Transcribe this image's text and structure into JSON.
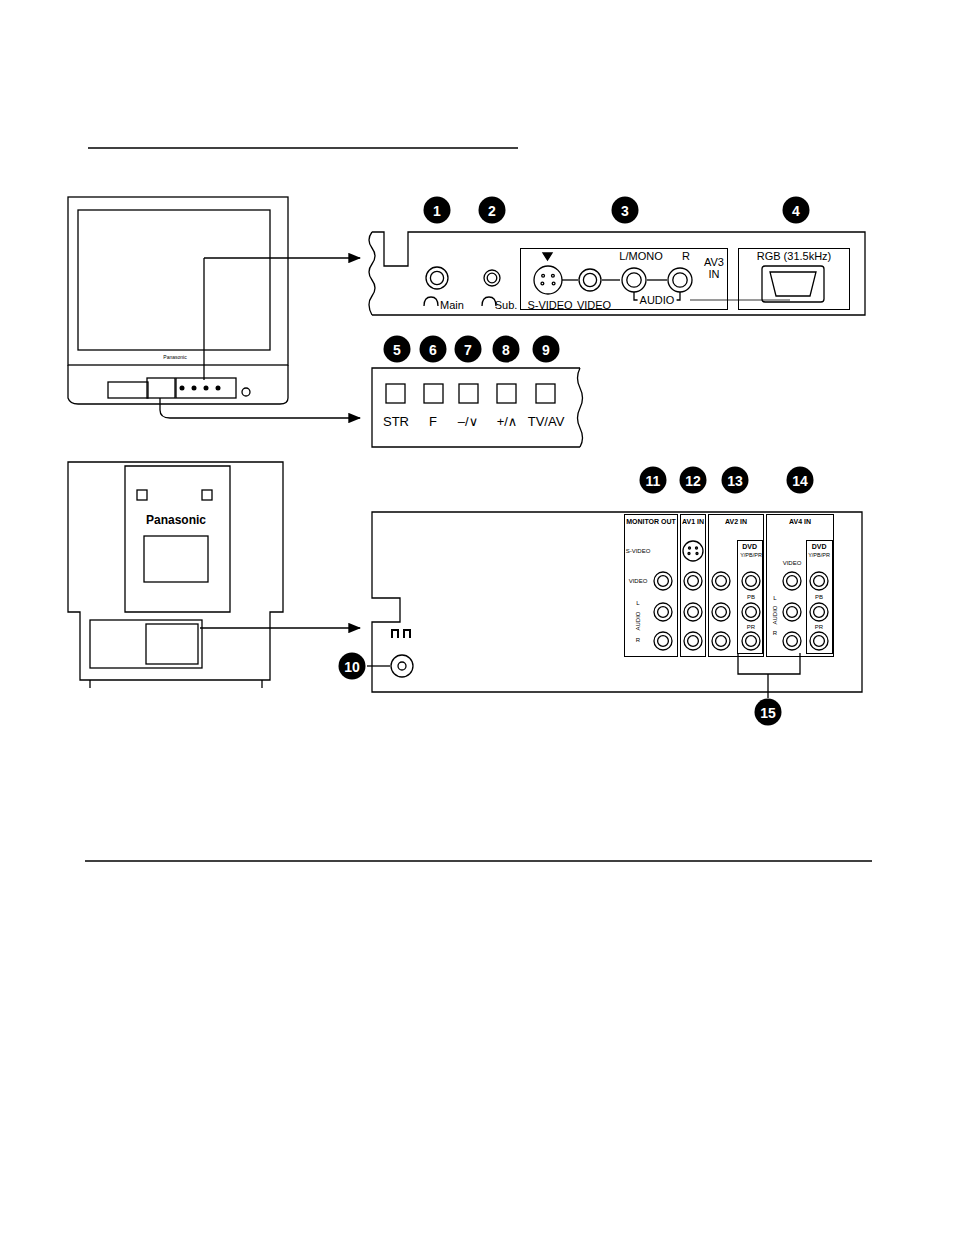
{
  "diagram": {
    "nodes": [
      {
        "text": [
          "AV3 IN"
        ]
      },
      {
        "text": [
          "RGB (31.5kHz)"
        ]
      },
      {
        "text": [
          "MONITOR OUT"
        ]
      },
      {
        "text": [
          "AV1 IN"
        ]
      },
      {
        "text": [
          "AV2 IN"
        ]
      },
      {
        "text": [
          "DVD"
        ],
        "in": 4
      },
      {
        "text": [
          "AV4 IN"
        ]
      },
      {
        "text": [
          "DVD"
        ],
        "in": 6
      }
    ],
    "labels": [
      "1",
      "2",
      "3",
      "4",
      "Main",
      "Sub.",
      "S-VIDEO",
      "VIDEO",
      "L/MONO",
      "R",
      "AUDIO",
      "5",
      "6",
      "7",
      "8",
      "9",
      "STR",
      "F",
      "–/∨",
      "+/∧",
      "TV/AV",
      "10",
      "11",
      "12",
      "13",
      "14",
      "15",
      "S-VIDEO",
      "VIDEO",
      "L",
      "AUDIO",
      "R",
      "VIDEO",
      "L",
      "AUDIO",
      "R",
      "Y/PB/PR",
      "Y/PB/PR",
      "PB",
      "PR",
      "PB",
      "PR",
      "Panasonic",
      "Panasonic"
    ]
  }
}
